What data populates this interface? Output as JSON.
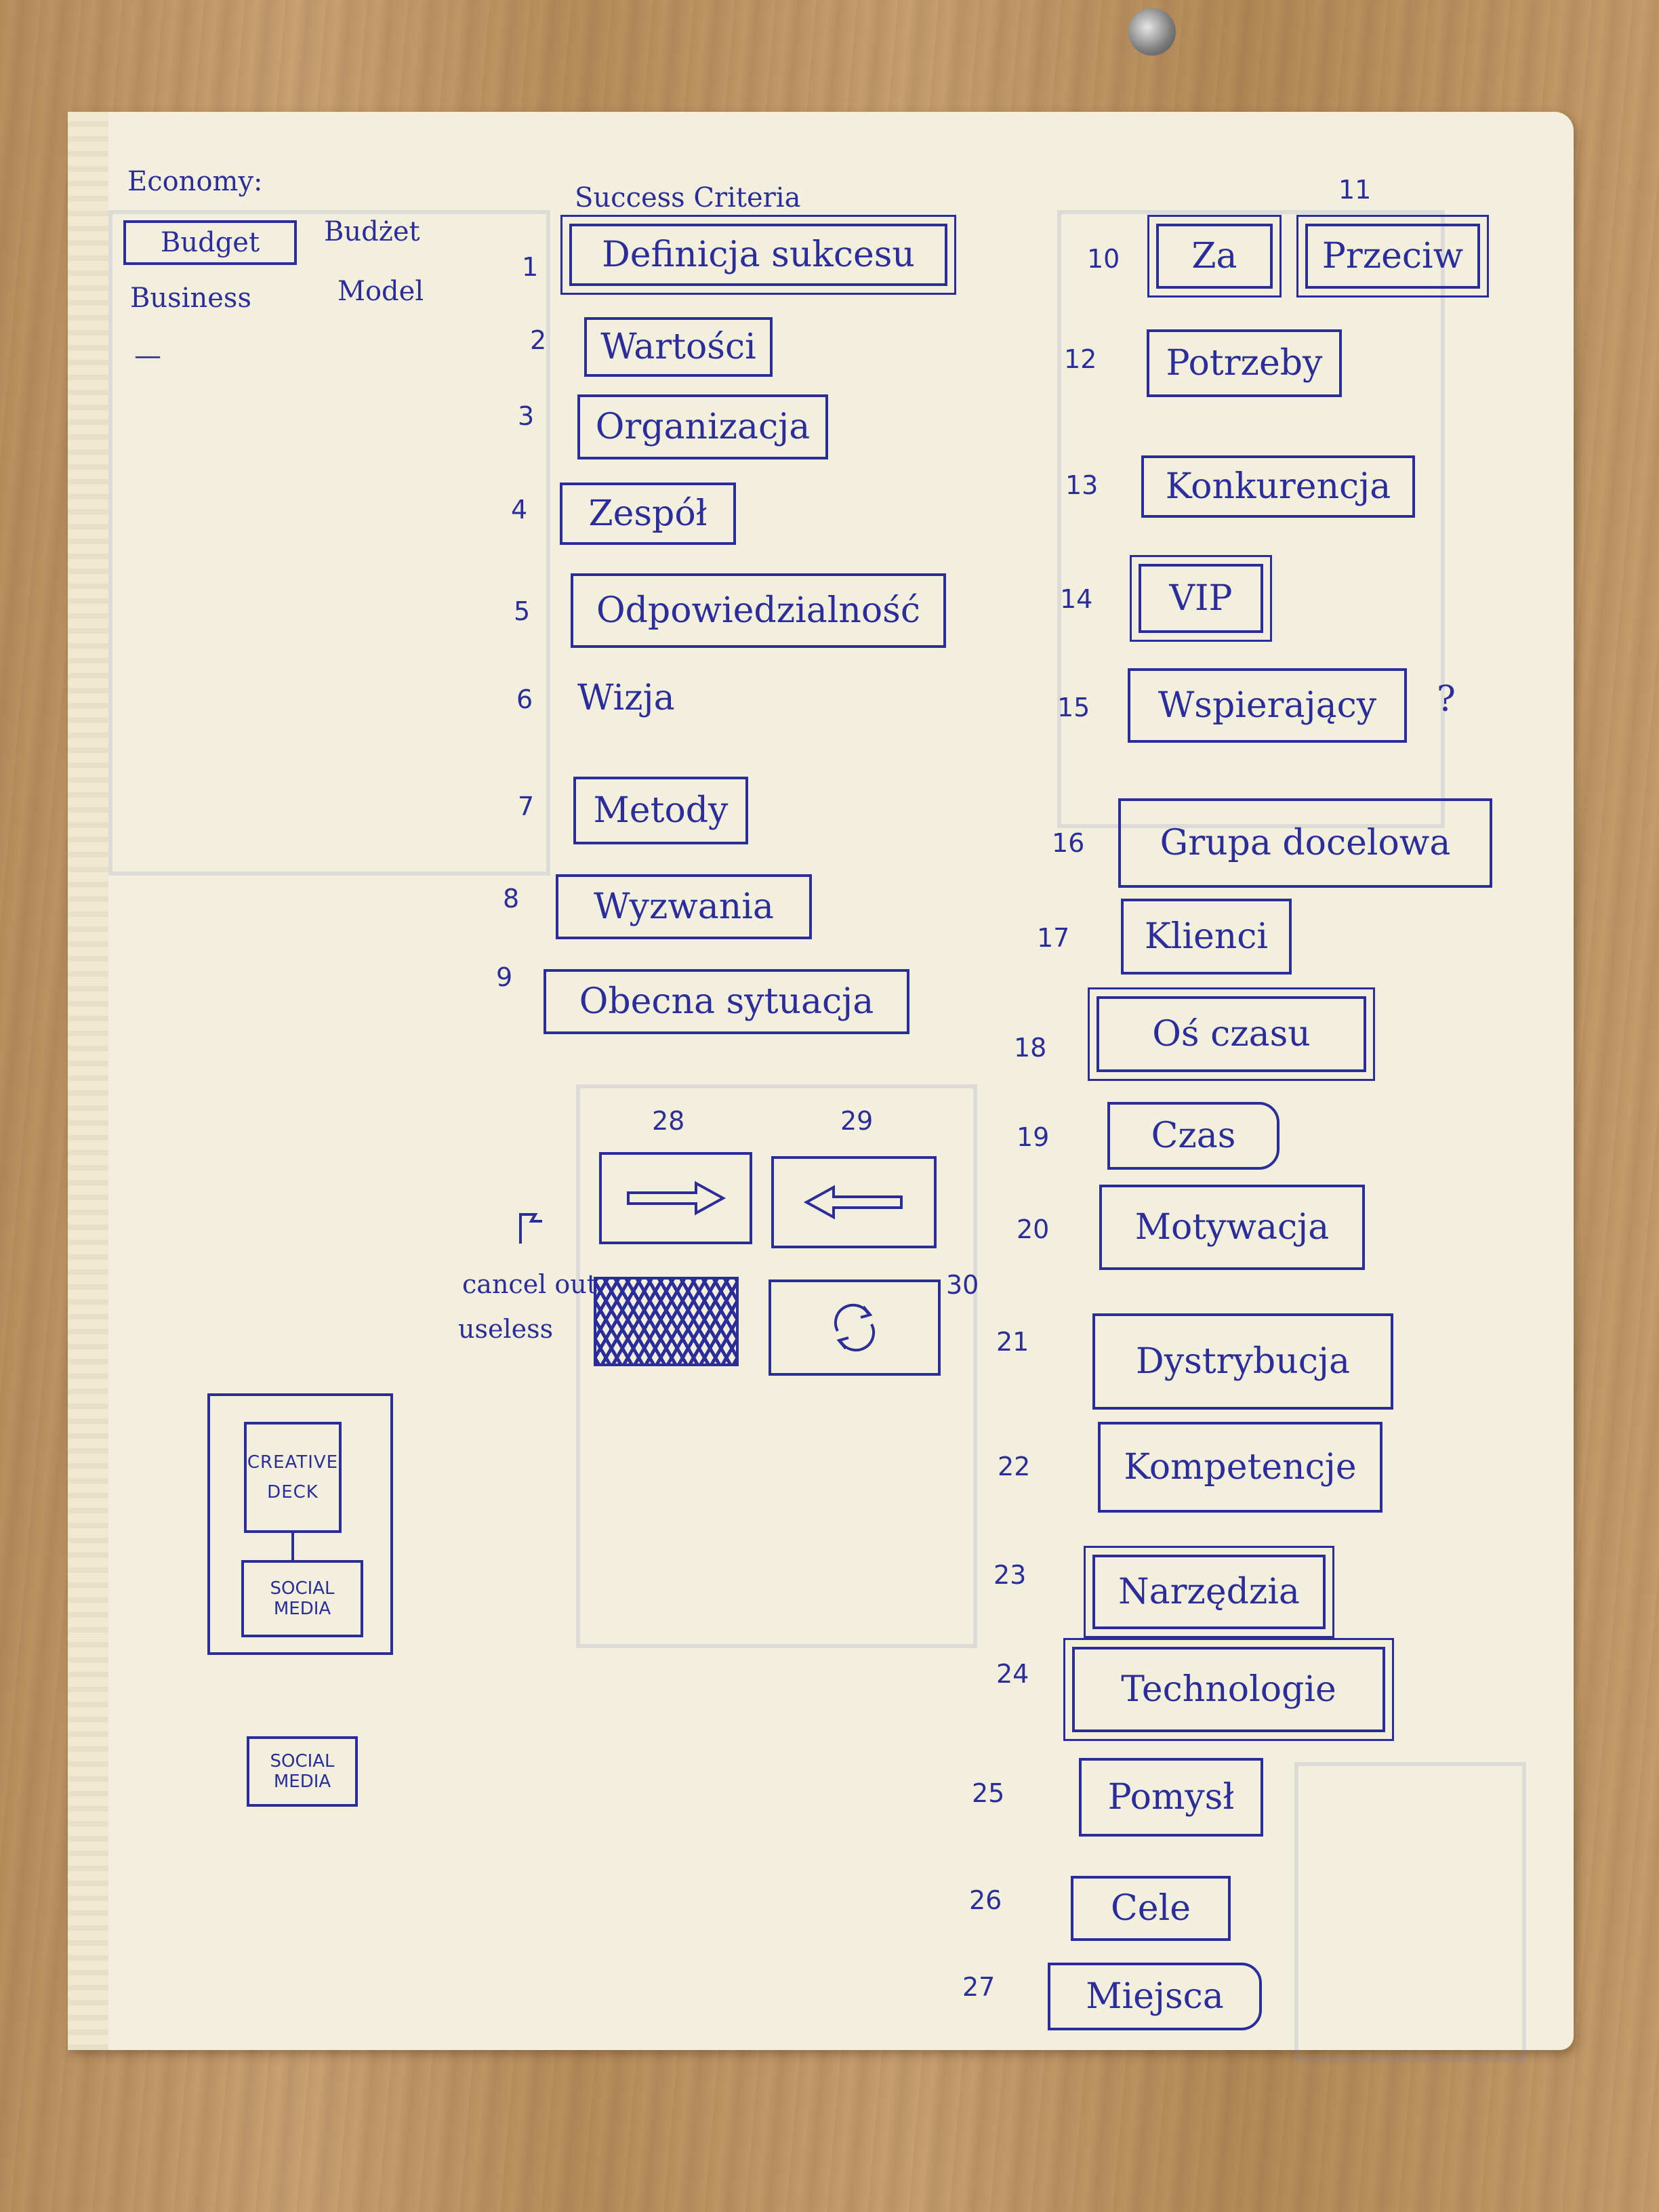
{
  "economy": {
    "heading": "Economy:",
    "items": [
      "Budget",
      "Business",
      "Model",
      "Budżet",
      "—"
    ]
  },
  "success_title": "Success Criteria",
  "left_list": [
    {
      "n": "1",
      "label": "Definicja sukcesu"
    },
    {
      "n": "2",
      "label": "Wartości"
    },
    {
      "n": "3",
      "label": "Organizacja"
    },
    {
      "n": "4",
      "label": "Zespół"
    },
    {
      "n": "5",
      "label": "Odpowiedzialność"
    },
    {
      "n": "6",
      "label": "Wizja"
    },
    {
      "n": "7",
      "label": "Metody"
    },
    {
      "n": "8",
      "label": "Wyzwania"
    },
    {
      "n": "9",
      "label": "Obecna sytuacja"
    }
  ],
  "right_list": [
    {
      "n": "10",
      "label": "Za"
    },
    {
      "n": "11",
      "label": "Przeciw"
    },
    {
      "n": "12",
      "label": "Potrzeby"
    },
    {
      "n": "13",
      "label": "Konkurencja"
    },
    {
      "n": "14",
      "label": "VIP"
    },
    {
      "n": "15",
      "label": "Wspierający"
    },
    {
      "n": "16",
      "label": "Grupa docelowa"
    },
    {
      "n": "17",
      "label": "Klienci"
    },
    {
      "n": "18",
      "label": "Oś czasu"
    },
    {
      "n": "19",
      "label": "Czas"
    },
    {
      "n": "20",
      "label": "Motywacja"
    },
    {
      "n": "21",
      "label": "Dystrybucja"
    },
    {
      "n": "22",
      "label": "Kompetencje"
    },
    {
      "n": "23",
      "label": "Narzędzia"
    },
    {
      "n": "24",
      "label": "Technologie"
    },
    {
      "n": "25",
      "label": "Pomysł"
    },
    {
      "n": "26",
      "label": "Cele"
    },
    {
      "n": "27",
      "label": "Miejsca"
    }
  ],
  "question_mark": "?",
  "buttons": {
    "n28": "28",
    "n29": "29",
    "n30": "30"
  },
  "cancel_note": {
    "line1": "cancel out",
    "line2": "useless"
  },
  "sketch": {
    "creative": "CREATIVE",
    "deck": "DECK",
    "social1": "SOCIAL",
    "media1": "MEDIA",
    "social2": "SOCIAL",
    "media2": "MEDIA"
  },
  "colors": {
    "ink": "#2b2d9a",
    "paper": "#f2efdc",
    "wood": "#c09866"
  }
}
